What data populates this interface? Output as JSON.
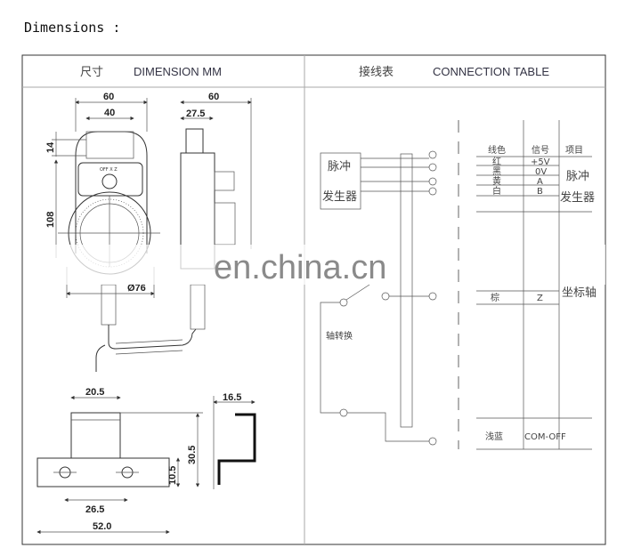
{
  "caption": "Dimensions :",
  "left_panel": {
    "title_cn": "尺寸",
    "title_en": "DIMENSION  MM",
    "front_dims": {
      "width": "60",
      "handle": "40",
      "top": "14",
      "height": "108",
      "wheel": "Ø76"
    },
    "side_dims": {
      "depth": "60",
      "body": "27.5"
    },
    "bracket_dims": {
      "top_width": "20.5",
      "hole_spacing": "26.5",
      "base_width": "52.0",
      "height": "30.5",
      "base_height": "10.5",
      "profile_width": "16.5"
    }
  },
  "right_panel": {
    "title_cn": "接线表",
    "title_en": "CONNECTION TABLE",
    "pulse_generator_label": [
      "脉冲",
      "发生器"
    ],
    "axis_switch_label": "轴转换",
    "table": {
      "headers": [
        "线色",
        "信号",
        "项目"
      ],
      "rows": [
        {
          "color": "红",
          "signal": "+5V"
        },
        {
          "color": "黑",
          "signal": "0V"
        },
        {
          "color": "黄",
          "signal": "A"
        },
        {
          "color": "白",
          "signal": "B"
        }
      ],
      "group_label": [
        "脉冲",
        "发生器"
      ],
      "axis_row": {
        "color": "棕",
        "signal": "Z",
        "item": "坐标轴"
      },
      "common_row": {
        "color": "浅蓝",
        "signal": "COM-OFF"
      }
    }
  },
  "watermark": "en.china.cn"
}
